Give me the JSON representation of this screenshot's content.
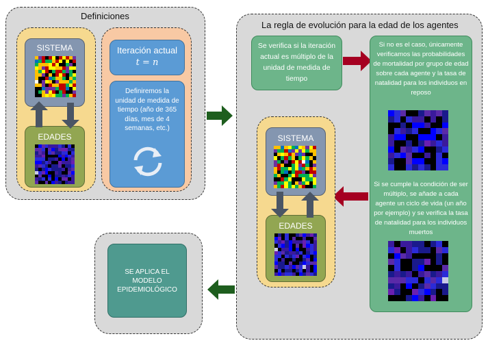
{
  "left_panel": {
    "title": "Definiciones",
    "sistema_label": "SISTEMA",
    "edades_label": "EDADES",
    "iteracion_title": "Iteración actual",
    "iteracion_formula": "t = n",
    "unidad_text": "Definiremos la unidad de medida de tiempo (año de 365 días, mes de 4 semanas, etc.)"
  },
  "right_panel": {
    "title": "La regla de evolución para la edad de los agentes",
    "verifica_text": "Se verifica si la iteración actual es múltiplo de la unidad de medida de tiempo",
    "no_multiplo_text": "Si no es el caso, únicamente verificamos las probabilidades de mortalidad por grupo de edad sobre cada agente y la tasa de natalidad para los individuos en reposo",
    "multiplo_text": "Si se cumple la condición de ser múltiplo, se añade a cada agente un ciclo de vida (un año por ejemplo) y se verifica la tasa de natalidad para los individuos muertos",
    "sistema_label": "SISTEMA",
    "edades_label": "EDADES"
  },
  "bottom_panel": {
    "text": "SE APLICA EL MODELO EPIDEMIOLÓGICO"
  },
  "colors": {
    "arrow_green": "#1e5e1e",
    "arrow_red": "#a50021",
    "arrow_grey": "#4a5565",
    "system_palette": [
      "#000000",
      "#c00000",
      "#00b050",
      "#ffc000",
      "#ffff00",
      "#7030a0",
      "#0070c0",
      "#ffffff"
    ],
    "age_palette": [
      "#000000",
      "#1a1a8c",
      "#3a1a9c",
      "#2b2bd8",
      "#5a2aa8",
      "#0000ff",
      "#6a1fb0",
      "#c8c8e8"
    ]
  }
}
